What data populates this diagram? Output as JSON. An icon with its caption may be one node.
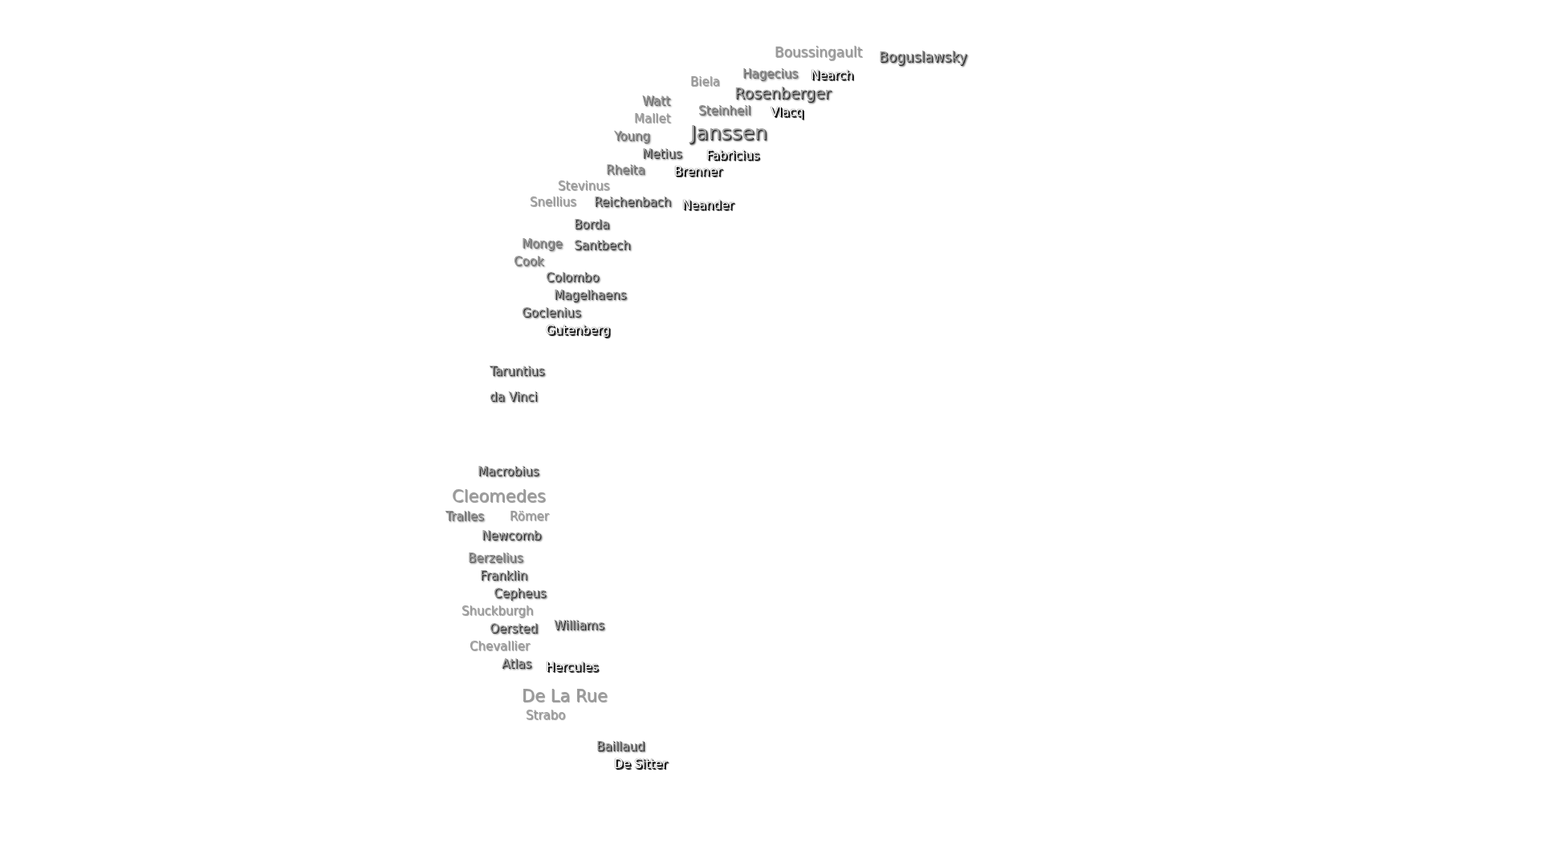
{
  "diagram": {
    "labels": [
      "Boussingault",
      "Boguslawsky",
      "Hagecius",
      "Biela",
      "Nearch",
      "Rosenberger",
      "Vlacq",
      "Watt",
      "Steinheil",
      "Mallet",
      "Janssen",
      "Young",
      "Metius",
      "Fabricius",
      "Rheita",
      "Brenner",
      "Stevinus",
      "Snellius",
      "Reichenbach",
      "Neander",
      "Borda",
      "Monge",
      "Santbech",
      "Cook",
      "Colombo",
      "Magelhaens",
      "Goclenius",
      "Gutenberg",
      "Taruntius",
      "da Vinci",
      "Macrobius",
      "Cleomedes",
      "Tralles",
      "Römer",
      "Newcomb",
      "Berzelius",
      "Franklin",
      "Cepheus",
      "Shuckburgh",
      "Oersted",
      "Williams",
      "Chevallier",
      "Atlas",
      "Hercules",
      "De La Rue",
      "Strabo",
      "Baillaud",
      "De Sitter"
    ]
  }
}
